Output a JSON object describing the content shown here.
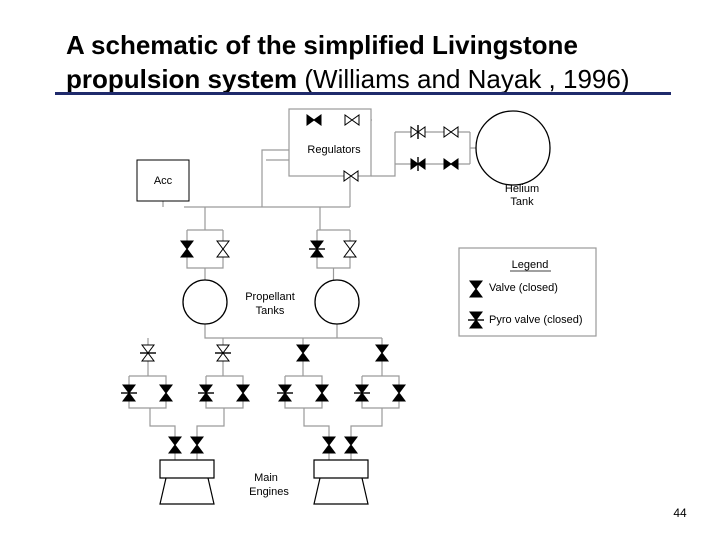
{
  "slide": {
    "title_line1": "A schematic of the simplified Livingstone",
    "title_line2_bold": "propulsion system",
    "title_line2_normal": " (Williams and Nayak , 1996)",
    "number": "44"
  },
  "diagram": {
    "regulators": "Regulators",
    "acc": "Acc",
    "helium_line1": "Helium",
    "helium_line2": "Tank",
    "propellant_line1": "Propellant",
    "propellant_line2": "Tanks",
    "engines_line1": "Main",
    "engines_line2": "Engines"
  },
  "legend": {
    "title": "Legend",
    "valve_closed": "Valve (closed)",
    "pyro_closed": "Pyro valve (closed)"
  },
  "colors": {
    "rule": "#1f2a6b",
    "line": "#9a9a9a",
    "ink": "#000000"
  }
}
